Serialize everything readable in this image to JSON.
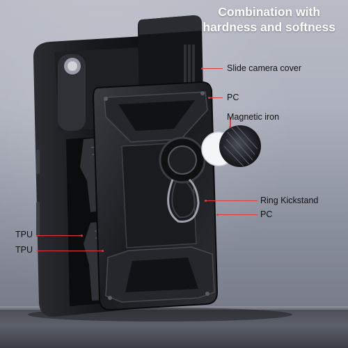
{
  "headline": {
    "line1": "Combination with",
    "line2": "hardness and softness"
  },
  "callouts": {
    "slide_camera_cover": "Slide camera cover",
    "pc_top": "PC",
    "magnetic_iron": "Magnetic iron",
    "ring_kickstand": "Ring Kickstand",
    "pc_bottom": "PC",
    "tpu_top": "TPU",
    "tpu_bottom": "TPU"
  },
  "colors": {
    "leader_line": "#e23b3b",
    "case_black": "#121316",
    "headline_text": "#ffffff"
  },
  "icons": {
    "magnetic_plate": "magnetic-iron-plate-icon",
    "ring": "ring-kickstand-icon"
  }
}
